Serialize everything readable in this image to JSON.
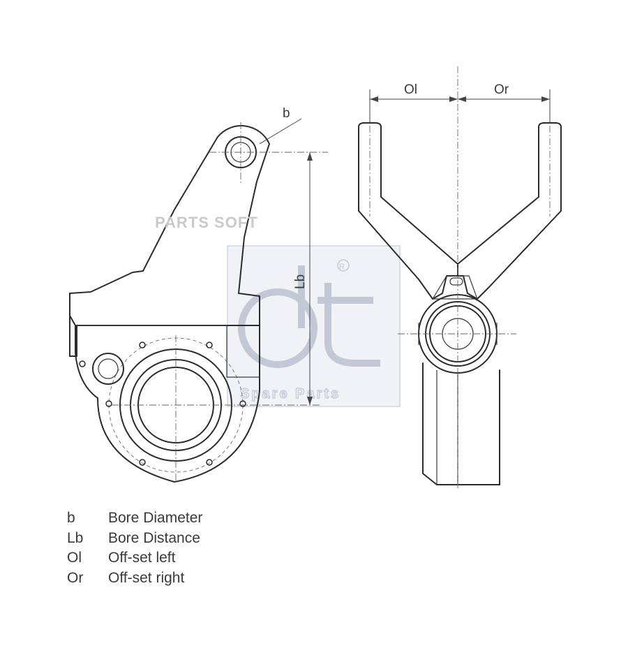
{
  "diagram": {
    "dimension_labels": {
      "b": "b",
      "lb": "Lb",
      "ol": "Ol",
      "or": "Or"
    }
  },
  "legend": [
    {
      "symbol": "b",
      "text": "Bore Diameter"
    },
    {
      "symbol": "Lb",
      "text": "Bore Distance"
    },
    {
      "symbol": "Ol",
      "text": "Off-set left"
    },
    {
      "symbol": "Or",
      "text": "Off-set right"
    }
  ],
  "watermark": {
    "text": "PARTS SOFT",
    "logo_caption": "Spare Parts",
    "logo_color": "#b8bfd0"
  }
}
